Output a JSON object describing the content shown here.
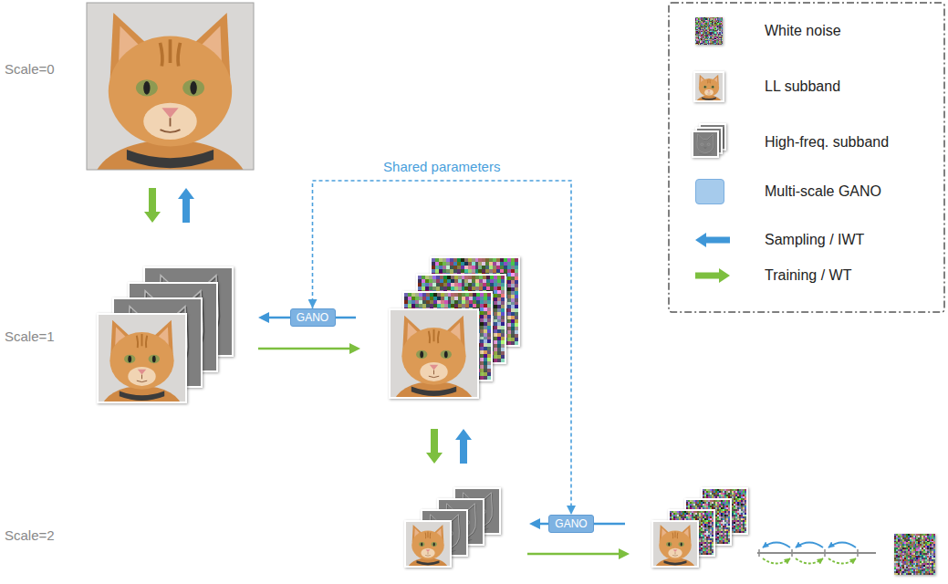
{
  "diagram": {
    "nodes": [
      {
        "text": [
          "GANO"
        ]
      },
      {
        "text": [
          "GANO"
        ]
      }
    ],
    "edges": [
      {
        "from": 0,
        "to": 1,
        "arrow": "both",
        "label": "Shared parameters"
      }
    ],
    "labels": [
      "Scale=0",
      "Scale=1",
      "Scale=2"
    ],
    "legend": [
      {
        "text": "White noise"
      },
      {
        "text": "LL subband"
      },
      {
        "text": "High-freq. subband"
      },
      {
        "text": "Multi-scale GANO",
        "color": "#a6cbec"
      },
      {
        "text": "Sampling / IWT"
      },
      {
        "text": "Training / WT"
      }
    ]
  }
}
